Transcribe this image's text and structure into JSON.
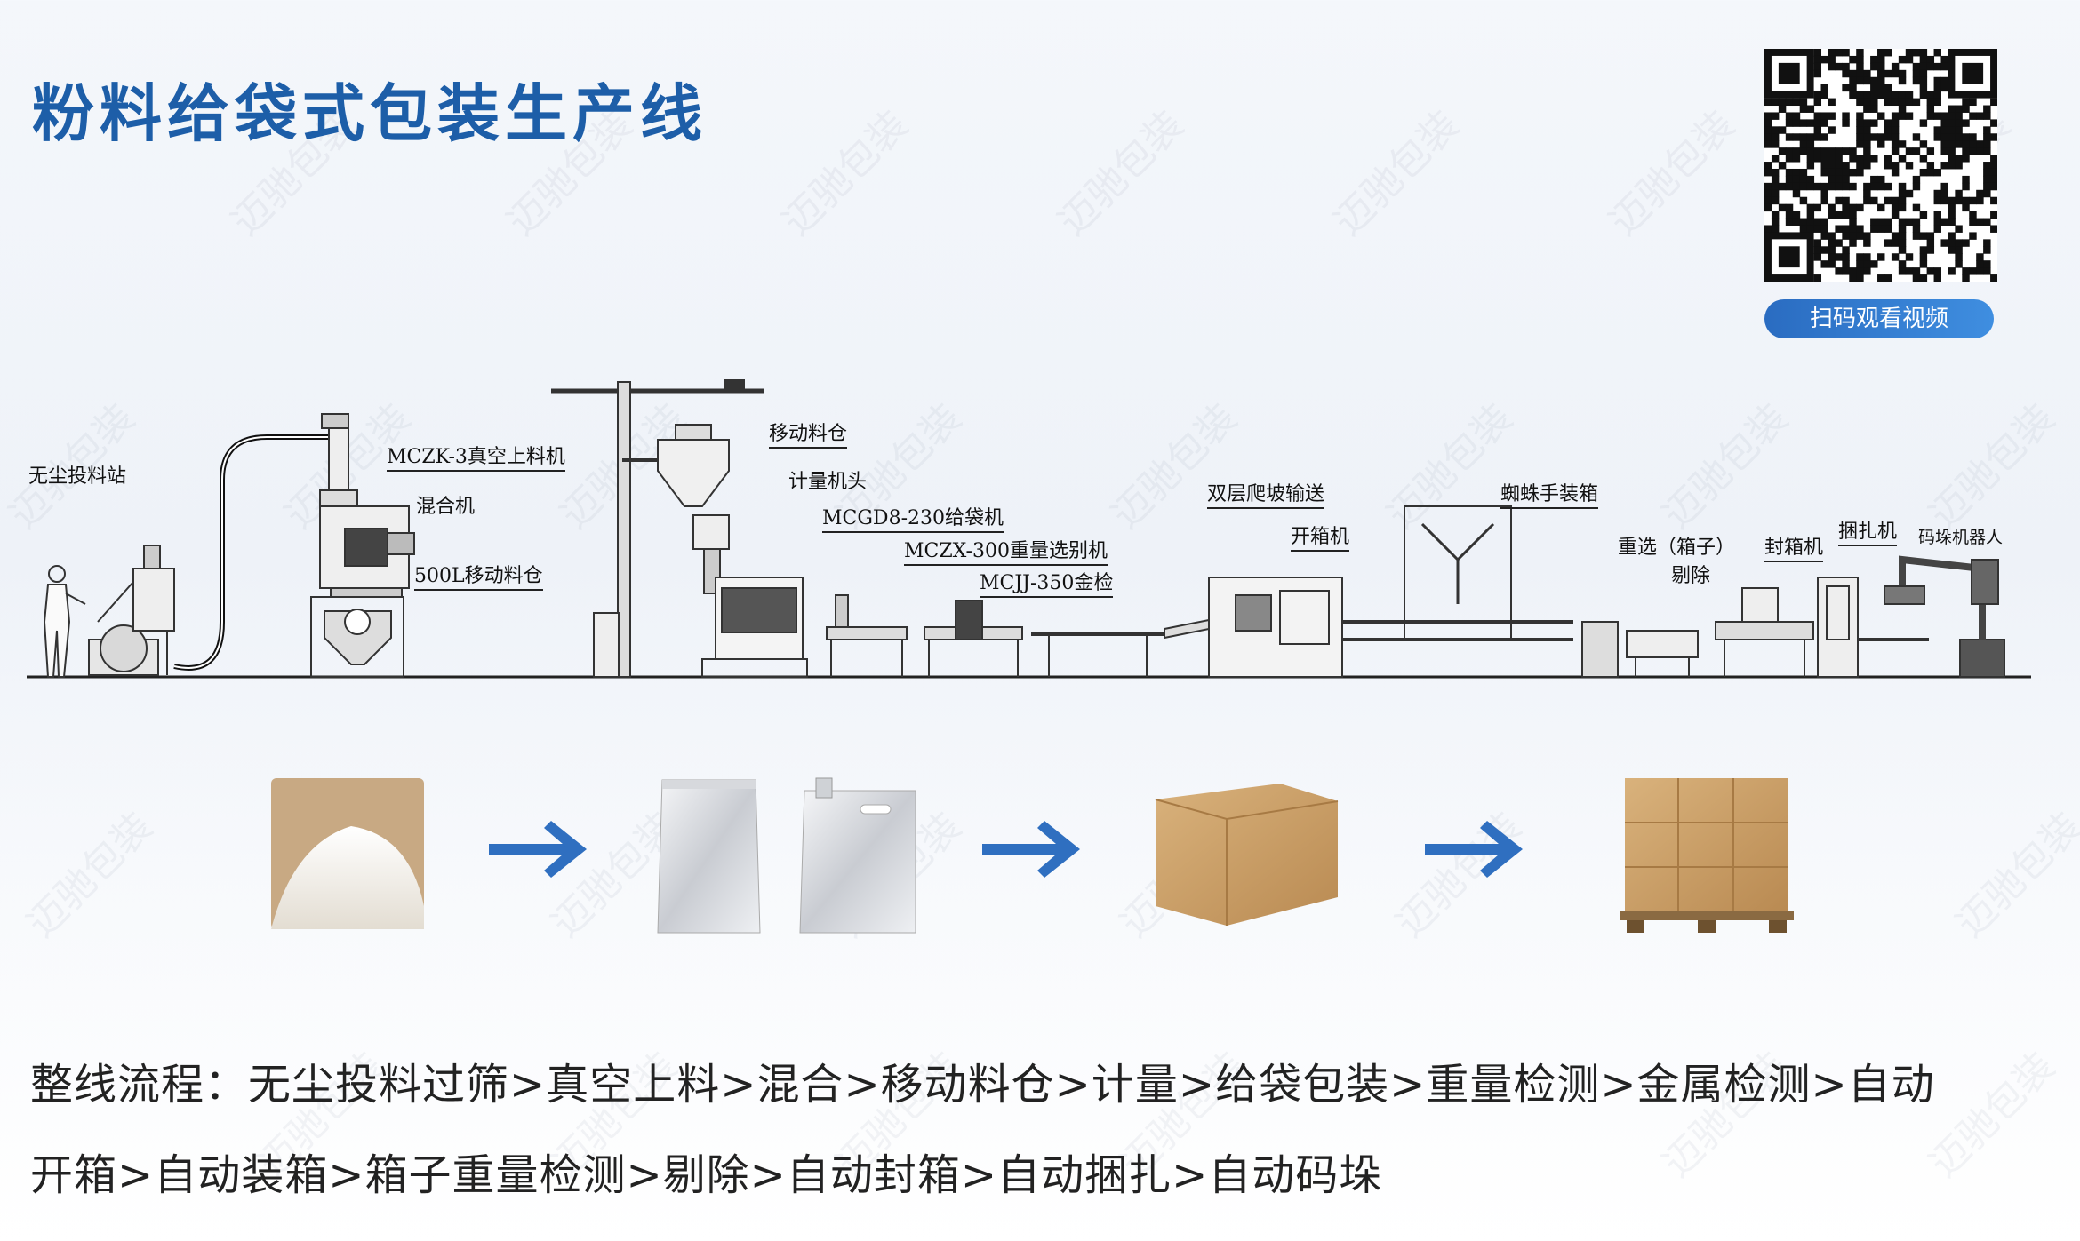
{
  "title": "粉料给袋式包装生产线",
  "qr": {
    "button_label": "扫码观看视频"
  },
  "watermark": "迈驰包装",
  "diagram_labels": [
    "无尘投料站",
    "MCZK-3真空上料机",
    "混合机",
    "500L移动料仓",
    "移动料仓",
    "计量机头",
    "MCGD8-230给袋机",
    "MCZX-300重量选别机",
    "MCJJ-350金检",
    "双层爬坡输送",
    "开箱机",
    "蜘蛛手装箱",
    "重选（箱子）",
    "剔除",
    "封箱机",
    "捆扎机",
    "码垛机器人"
  ],
  "process": {
    "line1": "整线流程：无尘投料过筛>真空上料>混合>移动料仓>计量>给袋包装>重量检测>金属检测>自动",
    "line2": "开箱>自动装箱>箱子重量检测>剔除>自动封箱>自动捆扎>自动码垛"
  },
  "colors": {
    "title": "#1d5ea8",
    "arrow": "#2f6fc0",
    "button": "#2a6cc1"
  }
}
